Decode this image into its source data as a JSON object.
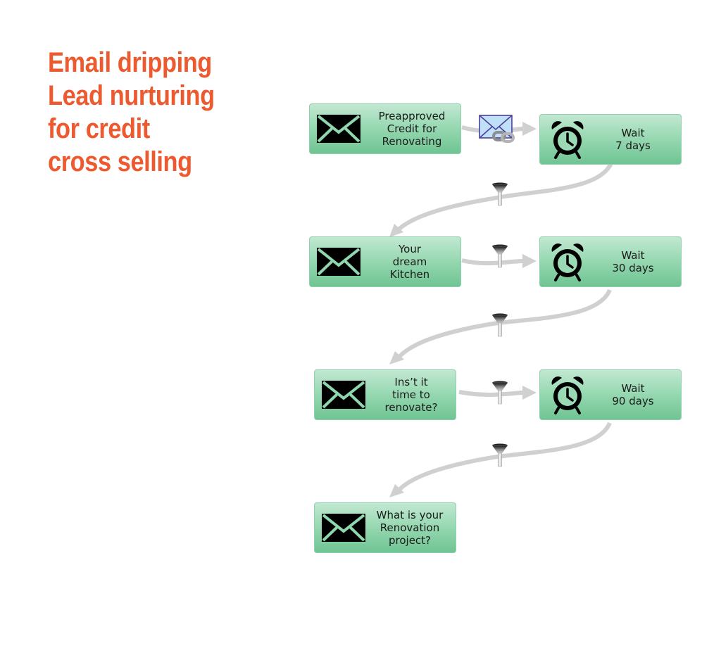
{
  "title": {
    "lines": [
      "Email dripping",
      "Lead nurturing",
      "for credit",
      "cross selling"
    ],
    "color": "#ee5a2f"
  },
  "nodes": [
    {
      "id": "email-1",
      "type": "email",
      "icon": "envelope-icon",
      "lines": [
        "Preapproved",
        "Credit for",
        "Renovating"
      ]
    },
    {
      "id": "wait-1",
      "type": "wait",
      "icon": "alarm-clock-icon",
      "lines": [
        "Wait",
        "7 days"
      ]
    },
    {
      "id": "email-2",
      "type": "email",
      "icon": "envelope-icon",
      "lines": [
        "Your",
        "dream",
        "Kitchen"
      ]
    },
    {
      "id": "wait-2",
      "type": "wait",
      "icon": "alarm-clock-icon",
      "lines": [
        "Wait",
        "30 days"
      ]
    },
    {
      "id": "email-3",
      "type": "email",
      "icon": "envelope-icon",
      "lines": [
        "Ins’t it",
        "time to",
        "renovate?"
      ]
    },
    {
      "id": "wait-3",
      "type": "wait",
      "icon": "alarm-clock-icon",
      "lines": [
        "Wait",
        "90 days"
      ]
    },
    {
      "id": "email-4",
      "type": "email",
      "icon": "envelope-icon",
      "lines": [
        "What is your",
        "Renovation",
        "project?"
      ]
    }
  ],
  "connectors": [
    {
      "from": "email-1",
      "to": "wait-1",
      "marker": "linked-email-icon"
    },
    {
      "from": "wait-1",
      "to": "email-2",
      "marker": "funnel-icon"
    },
    {
      "from": "email-2",
      "to": "wait-2",
      "marker": "funnel-icon"
    },
    {
      "from": "wait-2",
      "to": "email-3",
      "marker": "funnel-icon"
    },
    {
      "from": "email-3",
      "to": "wait-3",
      "marker": "funnel-icon"
    },
    {
      "from": "wait-3",
      "to": "email-4",
      "marker": "funnel-icon"
    }
  ],
  "colors": {
    "node_top": "#c2e8d2",
    "node_bottom": "#6fc493",
    "connector": "#d0d0d0",
    "icon": "#000000"
  }
}
